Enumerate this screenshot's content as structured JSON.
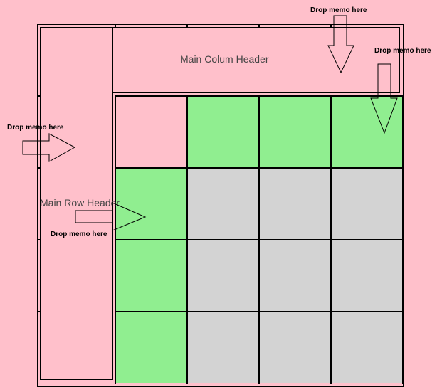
{
  "headers": {
    "column": "Main Colum Header",
    "row": "Main Row Header"
  },
  "drop_targets": [
    {
      "label": "Drop memo here",
      "direction": "down"
    },
    {
      "label": "Drop memo here",
      "direction": "down"
    },
    {
      "label": "Drop memo here",
      "direction": "right"
    },
    {
      "label": "Drop memo here",
      "direction": "right"
    }
  ],
  "grid": {
    "rows": 4,
    "cols": 4,
    "cells": [
      [
        "pink",
        "green",
        "green",
        "green"
      ],
      [
        "green",
        "gray",
        "gray",
        "gray"
      ],
      [
        "green",
        "gray",
        "gray",
        "gray"
      ],
      [
        "green",
        "gray",
        "gray",
        "gray"
      ]
    ]
  },
  "colors": {
    "background": "#FFC0CB",
    "pink": "#FFC0CB",
    "green": "#90EE90",
    "gray": "#D3D3D3",
    "line": "#000000"
  }
}
